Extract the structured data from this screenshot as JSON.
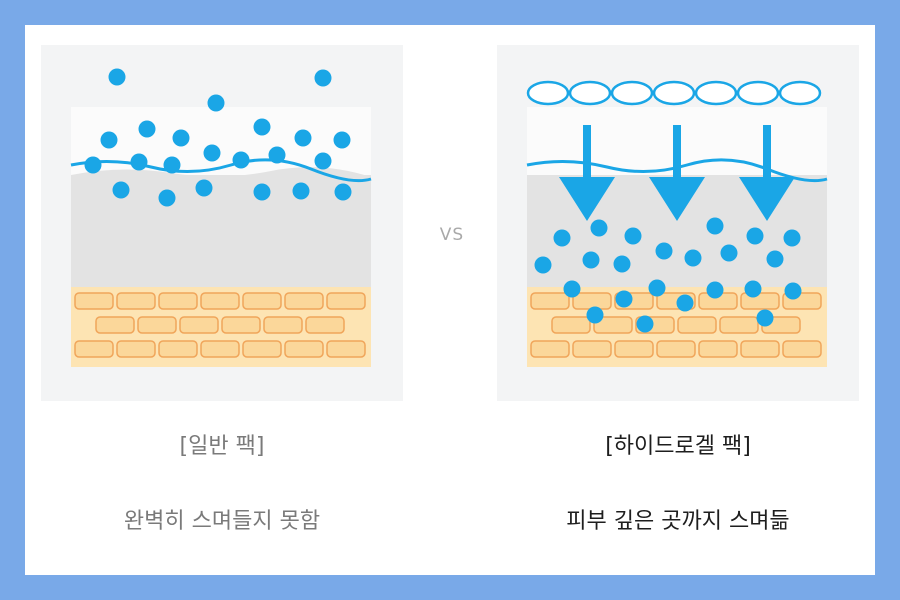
{
  "left": {
    "title": "[일반 팩]",
    "caption": "완벽히 스며들지 못함"
  },
  "right": {
    "title": "[하이드로겔 팩]",
    "caption": "피부 깊은 곳까지 스며듦"
  },
  "vs_label": "VS",
  "colors": {
    "frame": "#79a9e8",
    "drop": "#1aa6e6",
    "skin_line": "#1aa6e6",
    "fat_fill": "#fbd79a",
    "fat_stroke": "#f0a55a"
  }
}
